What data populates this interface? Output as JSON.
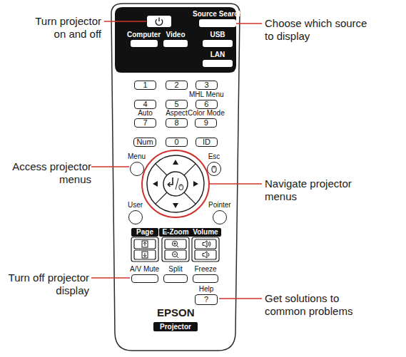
{
  "diagram": {
    "nodes": [
      {
        "text": [
          "Source Search"
        ]
      },
      {
        "text": [
          "Computer"
        ]
      },
      {
        "text": [
          "Video"
        ]
      },
      {
        "text": [
          "USB"
        ]
      },
      {
        "text": [
          "LAN"
        ]
      },
      {
        "text": [
          "1"
        ]
      },
      {
        "text": [
          "2"
        ]
      },
      {
        "text": [
          "3"
        ]
      },
      {
        "text": [
          "4"
        ]
      },
      {
        "text": [
          "5"
        ]
      },
      {
        "text": [
          "MHL Menu",
          "6"
        ]
      },
      {
        "text": [
          "Auto",
          "7"
        ]
      },
      {
        "text": [
          "Aspect",
          "8"
        ]
      },
      {
        "text": [
          "Color Mode",
          "9"
        ]
      },
      {
        "text": [
          "Num"
        ]
      },
      {
        "text": [
          "0"
        ]
      },
      {
        "text": [
          "ID"
        ]
      },
      {
        "text": [
          "Menu"
        ]
      },
      {
        "text": [
          "Esc"
        ]
      },
      {
        "text": [
          "User"
        ]
      },
      {
        "text": [
          "Pointer"
        ]
      },
      {
        "text": [
          "Page"
        ]
      },
      {
        "text": [
          "E-Zoom"
        ]
      },
      {
        "text": [
          "Volume"
        ]
      },
      {
        "text": [
          "A/V Mute"
        ]
      },
      {
        "text": [
          "Split"
        ]
      },
      {
        "text": [
          "Freeze"
        ]
      },
      {
        "text": [
          "Help",
          "?"
        ]
      },
      {
        "text": [
          "Projector"
        ]
      }
    ],
    "labels": [
      "Turn projector on and off",
      "Choose which source to display",
      "Access projector menus",
      "Navigate projector menus",
      "Turn off projector display",
      "Get solutions to common problems",
      "EPSON"
    ]
  }
}
